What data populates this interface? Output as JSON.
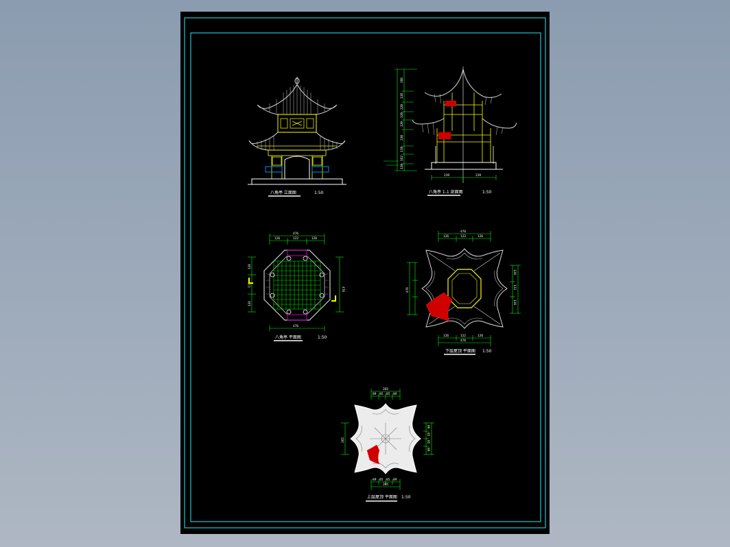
{
  "drawing": {
    "colors": {
      "background": "#000000",
      "border": "#19c8d6",
      "roof": "#d8d8d8",
      "structure": "#ffff00",
      "dimension": "#00ff00",
      "section_fill": "#d00000",
      "railing": "#0090ff",
      "plan_grid": "#00dd00",
      "door": "#c000c0"
    },
    "views": {
      "elevation": {
        "title": "八角亭 立面图",
        "scale": "1:50"
      },
      "section": {
        "title": "八角亭 1-1 剖面图",
        "scale": "1:50",
        "height_dims": [
          "286",
          "138",
          "220",
          "120",
          "120",
          "230",
          "118",
          "162",
          "120"
        ],
        "base_dims": [
          "239",
          "239"
        ]
      },
      "plan": {
        "title": "八角亭 平面图",
        "scale": "1:50",
        "top_dims": [
          "476",
          "126",
          "122",
          "126"
        ],
        "side_dims": [
          "126",
          "112",
          "126"
        ],
        "right_dim": "476",
        "bottom_dim": "476"
      },
      "lower_roof": {
        "title": "下层屋顶 平面图",
        "scale": "1:50",
        "top_dims": [
          "476",
          "126",
          "122",
          "126"
        ],
        "bottom_dims": [
          "126",
          "122",
          "126",
          "476"
        ],
        "side_dims": [
          "126",
          "122",
          "126",
          "476"
        ]
      },
      "upper_roof": {
        "title": "上层屋顶 平面图",
        "scale": "1:50",
        "top_dims": [
          "265",
          "89",
          "85",
          "85",
          "89"
        ],
        "bottom_dims": [
          "89",
          "85",
          "85",
          "89",
          "265"
        ],
        "side_dims": [
          "89",
          "85",
          "85",
          "89",
          "265"
        ]
      }
    }
  }
}
